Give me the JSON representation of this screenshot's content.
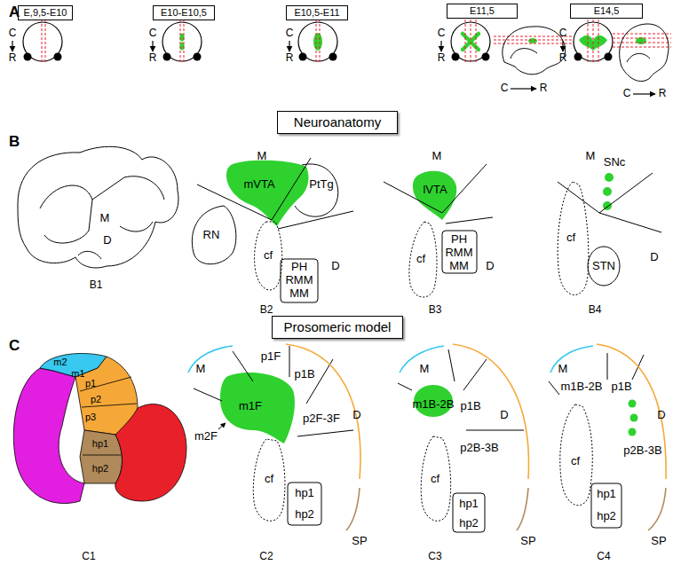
{
  "diagram": {
    "nodes": [
      {
        "text": [
          "E,9,5-E10"
        ]
      },
      {
        "text": [
          "E10-E10,5"
        ]
      },
      {
        "text": [
          "E10,5-E11"
        ]
      },
      {
        "text": [
          "E11,5"
        ]
      },
      {
        "text": [
          "E14,5"
        ]
      },
      {
        "text": [
          "Neuroanatomy"
        ]
      },
      {
        "text": [
          "Prosomeric model"
        ]
      }
    ],
    "labels": [
      "A",
      "C",
      "R",
      "C",
      "R",
      "C",
      "R",
      "C",
      "R",
      "C",
      "R",
      "C",
      "R",
      "C",
      "R",
      "B",
      "M",
      "D",
      "B1",
      "M",
      "mVTA",
      "PtTg",
      "RN",
      "cf",
      "D",
      "PH",
      "RMM",
      "MM",
      "B2",
      "M",
      "lVTA",
      "cf",
      "PH",
      "RMM",
      "MM",
      "D",
      "B3",
      "M",
      "SNc",
      "cf",
      "D",
      "STN",
      "B4",
      "C",
      "m2",
      "m1",
      "p1",
      "p2",
      "p3",
      "hp1",
      "hp2",
      "C1",
      "M",
      "p1F",
      "p1B",
      "m1F",
      "m2F",
      "D",
      "p2F-3F",
      "cf",
      "hp1",
      "hp2",
      "SP",
      "C2",
      "M",
      "m1B-2B",
      "p1B",
      "D",
      "p2B-3B",
      "cf",
      "hp1",
      "hp2",
      "SP",
      "C3",
      "M",
      "m1B-2B",
      "p1B",
      "D",
      "p2B-3B",
      "cf",
      "hp1",
      "hp2",
      "SP",
      "C4"
    ]
  }
}
